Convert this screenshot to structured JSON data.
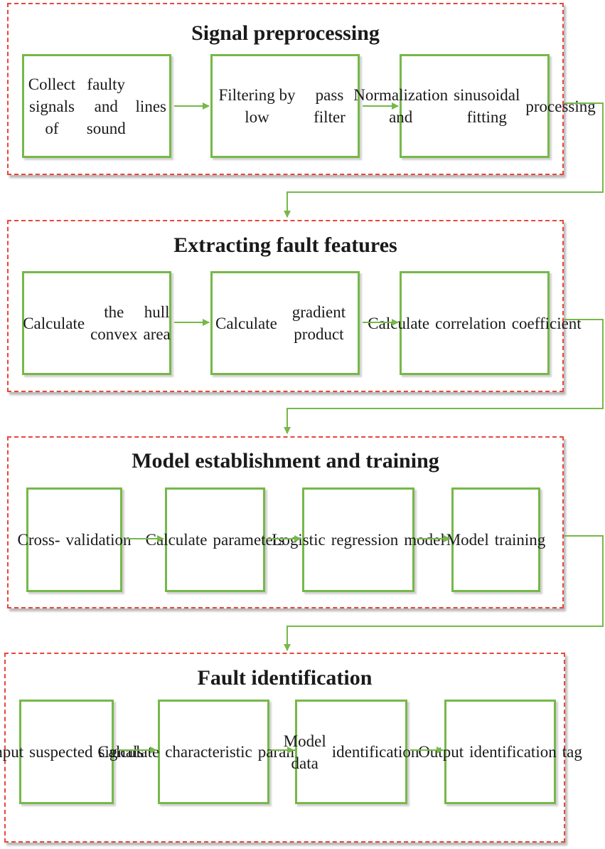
{
  "sections": [
    {
      "title": "Signal preprocessing",
      "steps": [
        [
          "Collect signals of",
          "faulty and sound",
          "lines"
        ],
        [
          "Filtering by low",
          "pass filter"
        ],
        [
          "Normalization and",
          "sinusoidal fitting",
          "processing"
        ]
      ]
    },
    {
      "title": "Extracting fault features",
      "steps": [
        [
          "Calculate",
          "the convex",
          "hull area"
        ],
        [
          "Calculate",
          "gradient product"
        ],
        [
          "Calculate",
          "correlation",
          "coefficient"
        ]
      ]
    },
    {
      "title": "Model establishment and training",
      "steps": [
        [
          "Cross-",
          "validation"
        ],
        [
          "Calculate",
          "parameters"
        ],
        [
          "Logistic",
          "regression",
          "model"
        ],
        [
          "Model",
          "training"
        ]
      ]
    },
    {
      "title": "Fault identification",
      "steps": [
        [
          "Input",
          "suspected",
          "signals"
        ],
        [
          "Calculate",
          "characteristic",
          "parameters"
        ],
        [
          "Model data",
          "identification"
        ],
        [
          "Output",
          "identification",
          "tag"
        ]
      ]
    }
  ],
  "colors": {
    "section_border": "#e8463c",
    "box_border": "#76b849",
    "arrow": "#76b849"
  }
}
